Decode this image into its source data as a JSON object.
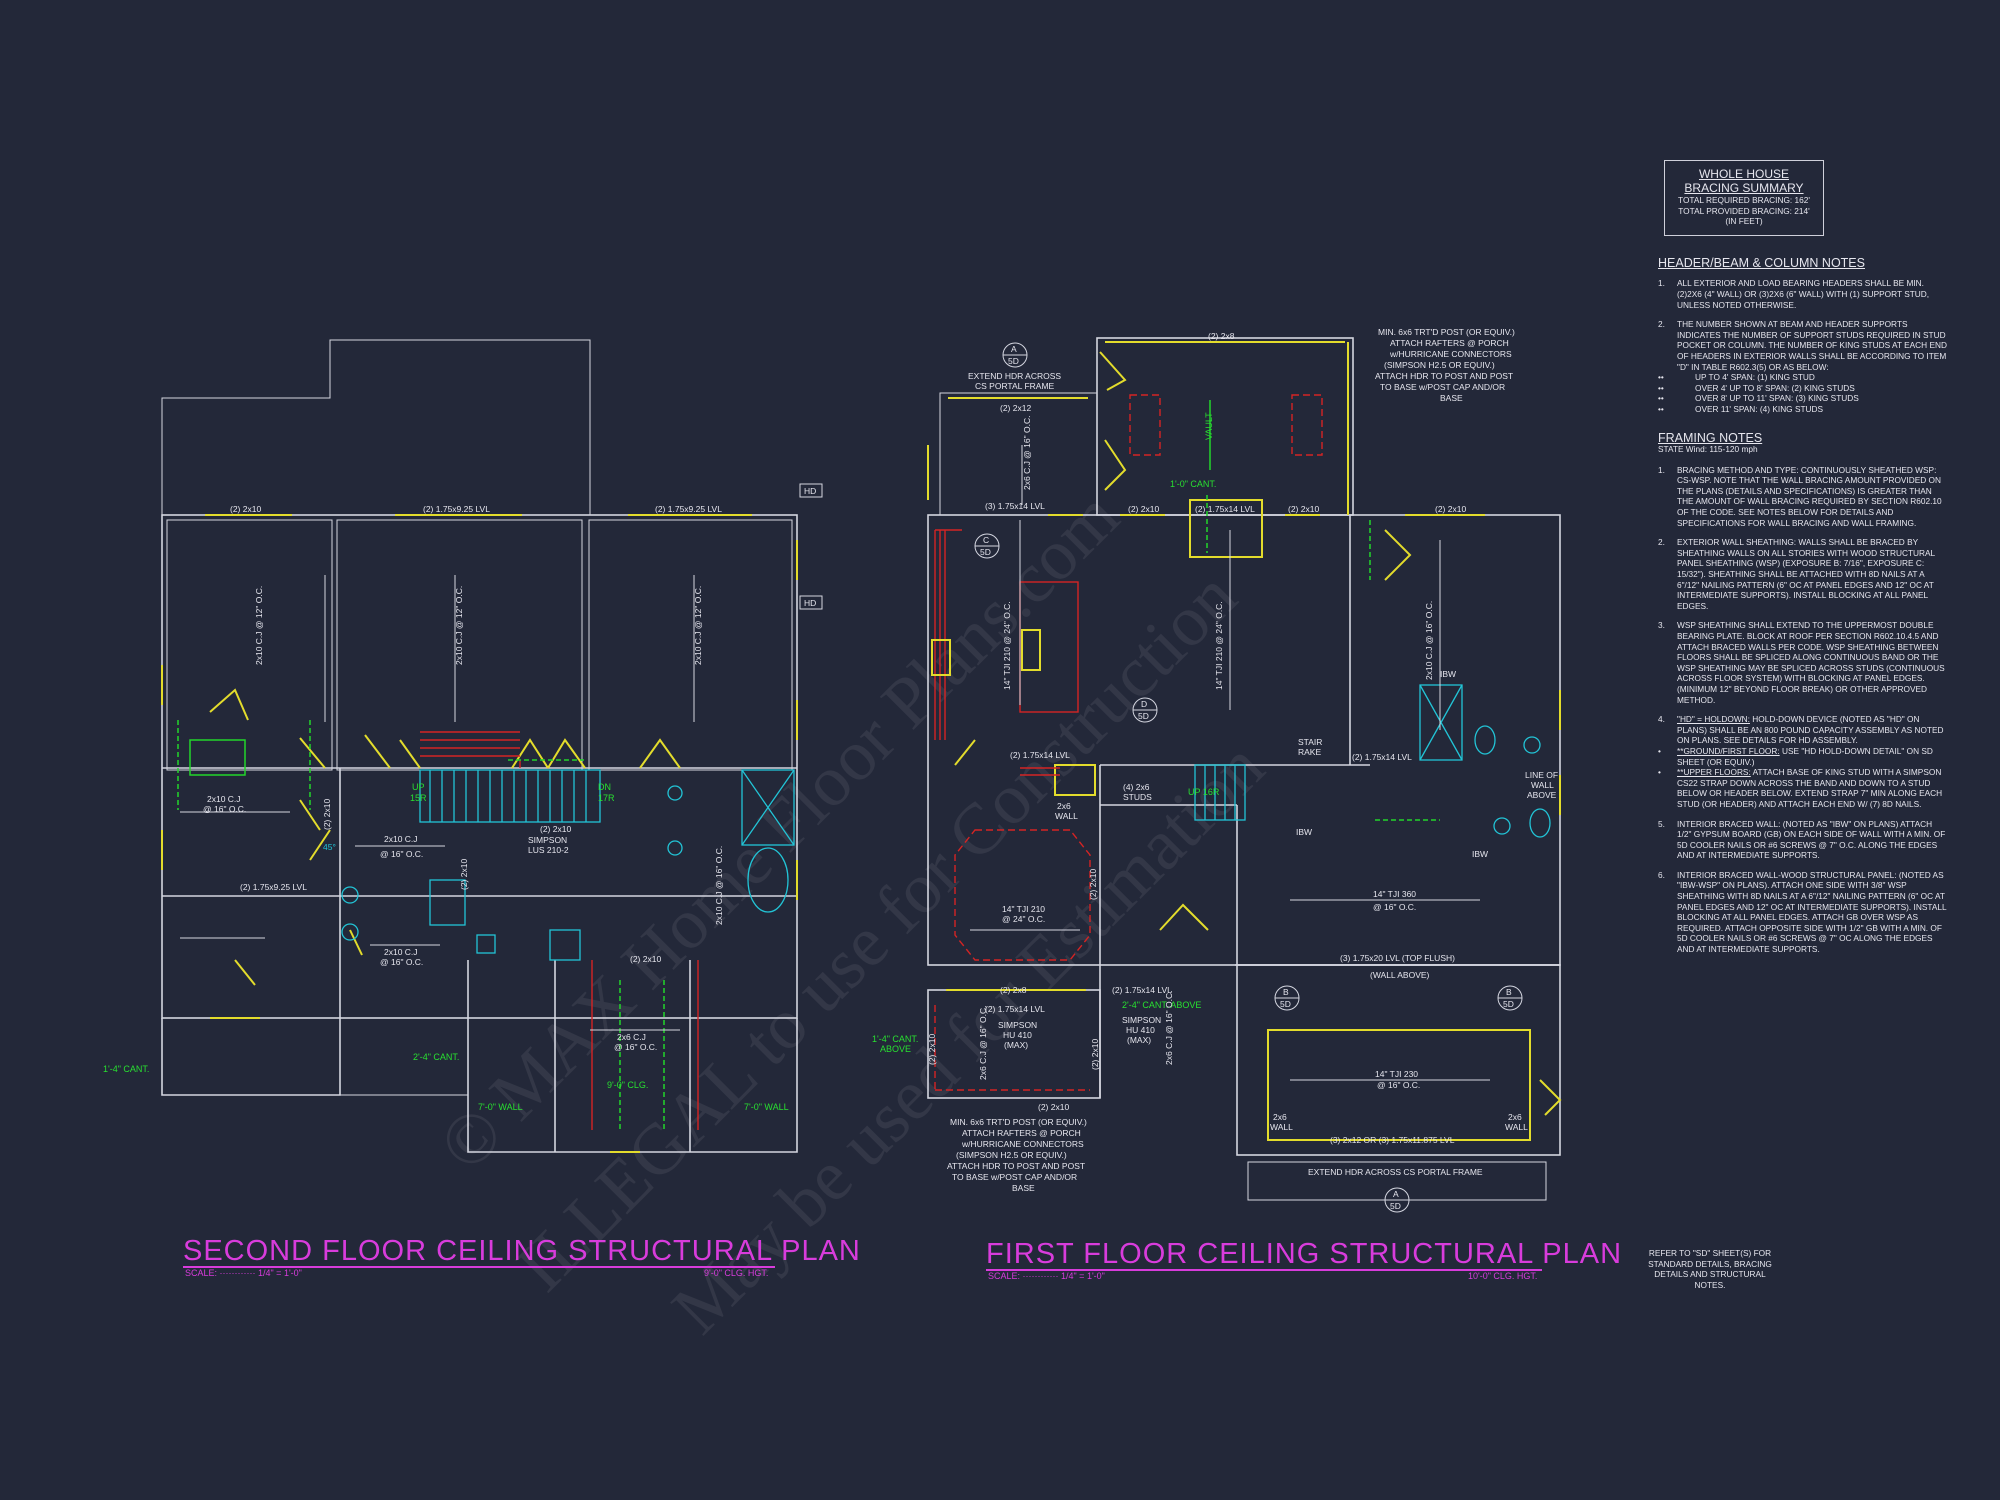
{
  "colors": {
    "background": "#232839",
    "walls": "#d4d6e0",
    "headers": "#e3dc2c",
    "green_notes": "#22d62a",
    "fixtures": "#22c4d6",
    "hatch_red": "#d42424",
    "titles": "#d83cdc"
  },
  "watermark": [
    "© MAX Home Floor Plans.com",
    "ILLEGAL to use for Construction",
    "May be used for Estimation"
  ],
  "second_floor": {
    "title": "SECOND FLOOR CEILING STRUCTURAL PLAN",
    "scale": "SCALE: ············ 1/4\" = 1'-0\"",
    "height": "9'-0\" CLG. HGT.",
    "labels": [
      "(2) 2x10",
      "(2) 1.75x9.25 LVL",
      "(2) 1.75x9.25 LVL",
      "2x10 C.J @ 12\" O.C.",
      "2x10 C.J @ 12\" O.C.",
      "2x10 C.J @ 12\" O.C.",
      "HD",
      "HD",
      "2x10 C.J",
      "@ 16\" O.C.",
      "2x10 C.J",
      "@ 16\" O.C.",
      "(2) 1.75x9.25 LVL",
      "2x10 C.J",
      "@ 16\" O.C.",
      "(2) 2x10",
      "SIMPSON",
      "LUS 210-2",
      "(2) 2x10",
      "2x6 C.J",
      "@ 16\" O.C.",
      "9'-0\" CLG.",
      "7'-0\" WALL",
      "7'-0\" WALL",
      "1'-4\" CANT.",
      "2'-4\" CANT.",
      "UP",
      "15R",
      "DN",
      "17R",
      "(2) 2x10",
      "(2) 2x10",
      "2x10 C.J @ 16\" O.C.",
      "45°"
    ]
  },
  "first_floor": {
    "title": "FIRST FLOOR CEILING STRUCTURAL PLAN",
    "scale": "SCALE: ············ 1/4\" = 1'-0\"",
    "height": "10'-0\" CLG. HGT.",
    "labels": [
      "EXTEND HDR ACROSS",
      "CS PORTAL FRAME",
      "(2) 2x12",
      "2x6 C.J @ 16\" O.C.",
      "(2) 2x8",
      "VAULT",
      "1'-0\" CANT.",
      "(3) 1.75x14 LVL",
      "(2) 2x10",
      "(2) 1.75x14 LVL",
      "(2) 2x10",
      "(2) 2x10",
      "14\" TJI 210 @ 24\" O.C.",
      "14\" TJI 210 @ 24\" O.C.",
      "2x10 C.J @ 16\" O.C.",
      "(2) 1.75x14 LVL",
      "(4) 2x6",
      "STUDS",
      "2x6",
      "WALL",
      "STAIR",
      "RAKE",
      "(2) 1.75x14 LVL",
      "LINE OF",
      "WALL",
      "ABOVE",
      "IBW",
      "IBW",
      "IBW",
      "14\" TJI 210",
      "@ 24\" O.C.",
      "14\" TJI 360",
      "@ 16\" O.C.",
      "(3) 1.75x20 LVL (TOP FLUSH)",
      "(WALL ABOVE)",
      "(2) 2x8",
      "(2) 1.75x14 LVL",
      "(2) 1.75x14 LVL",
      "2'-4\" CANT. ABOVE",
      "SIMPSON",
      "HU 410",
      "(MAX)",
      "SIMPSON",
      "HU 410",
      "(MAX)",
      "1'-4\" CANT.",
      "ABOVE",
      "2x6 C.J @ 16\" O.C.",
      "2x6 C.J @ 16\" O.C.",
      "(2) 2x10",
      "(2) 2x10",
      "(2) 2x10",
      "14\" TJI 230",
      "@ 16\" O.C.",
      "2x6",
      "WALL",
      "2x6",
      "WALL",
      "(3) 2x12 OR (3) 1.75x11.875 LVL",
      "EXTEND HDR ACROSS CS PORTAL FRAME",
      "(2) 2x10",
      "UP 16R"
    ],
    "post_note_top": [
      "MIN. 6x6 TRT'D POST (OR EQUIV.)",
      "ATTACH RAFTERS @ PORCH",
      "w/HURRICANE CONNECTORS",
      "(SIMPSON H2.5 OR EQUIV.)",
      "ATTACH HDR TO POST AND POST",
      "TO BASE w/POST CAP AND/OR",
      "BASE"
    ],
    "post_note_bottom": [
      "MIN. 6x6 TRT'D POST (OR EQUIV.)",
      "ATTACH RAFTERS @ PORCH",
      "w/HURRICANE CONNECTORS",
      "(SIMPSON H2.5 OR EQUIV.)",
      "ATTACH HDR TO POST AND POST",
      "TO BASE w/POST CAP AND/OR",
      "BASE"
    ],
    "detail_bubbles": [
      {
        "top": "A",
        "bottom": "5D"
      },
      {
        "top": "C",
        "bottom": "5D"
      },
      {
        "top": "D",
        "bottom": "5D"
      },
      {
        "top": "B",
        "bottom": "5D"
      },
      {
        "top": "B",
        "bottom": "5D"
      },
      {
        "top": "A",
        "bottom": "5D"
      }
    ]
  },
  "bracing_summary": {
    "title_line1": "WHOLE HOUSE",
    "title_line2": "BRACING SUMMARY",
    "required": "TOTAL REQUIRED BRACING: 162'",
    "provided": "TOTAL PROVIDED BRACING: 214'",
    "units": "(IN FEET)"
  },
  "header_notes": {
    "title": "HEADER/BEAM & COLUMN NOTES",
    "items": [
      {
        "num": "1.",
        "text": "ALL EXTERIOR AND LOAD BEARING HEADERS SHALL BE MIN. (2)2x6 (4\" WALL) OR (3)2x6 (6\" WALL) WITH (1) SUPPORT STUD, UNLESS NOTED OTHERWISE."
      },
      {
        "num": "2.",
        "text": "THE NUMBER SHOWN AT BEAM AND HEADER SUPPORTS INDICATES THE NUMBER OF SUPPORT STUDS REQUIRED IN STUD POCKET OR COLUMN. THE NUMBER OF KING STUDS AT EACH END OF HEADERS IN EXTERIOR WALLS SHALL BE ACCORDING TO ITEM \"d\" IN TABLE R602.3(5) OR AS BELOW:"
      }
    ],
    "bullets": [
      "UP TO 4' SPAN: (1) KING STUD",
      "OVER 4' UP TO 8' SPAN: (2) KING STUDS",
      "OVER 8' UP TO 11' SPAN: (3) KING STUDS",
      "OVER 11' SPAN: (4) KING STUDS"
    ]
  },
  "framing_notes": {
    "title": "FRAMING NOTES",
    "wind": "STATE Wind: 115-120 mph",
    "items": [
      {
        "num": "1.",
        "text": "BRACING METHOD AND TYPE: CONTINUOUSLY SHEATHED WSP: CS-WSP. NOTE THAT THE WALL BRACING AMOUNT PROVIDED ON THE PLANS (DETAILS AND SPECIFICATIONS) IS GREATER THAN THE AMOUNT OF WALL BRACING REQUIRED BY SECTION R602.10 OF THE CODE. SEE NOTES BELOW FOR DETAILS AND SPECIFICATIONS FOR WALL BRACING AND WALL FRAMING."
      },
      {
        "num": "2.",
        "text": "EXTERIOR WALL SHEATHING: WALLS SHALL BE BRACED BY SHEATHING WALLS ON ALL STORIES WITH WOOD STRUCTURAL PANEL SHEATHING (WSP) (EXPOSURE B: 7/16\", EXPOSURE C: 15/32\"). SHEATHING SHALL BE ATTACHED WITH 8d NAILS AT A 6\"/12\" NAILING PATTERN (6\" OC AT PANEL EDGES AND 12\" OC AT INTERMEDIATE SUPPORTS). INSTALL BLOCKING AT ALL PANEL EDGES."
      },
      {
        "num": "3.",
        "text": "WSP SHEATHING SHALL EXTEND TO THE UPPERMOST DOUBLE BEARING PLATE. BLOCK AT ROOF PER SECTION R602.10.4.5 AND ATTACH BRACED WALLS PER CODE. WSP SHEATHING BETWEEN FLOORS SHALL BE SPLICED ALONG CONTINUOUS BAND OR THE WSP SHEATHING MAY BE SPLICED ACROSS STUDS (CONTINUOUS ACROSS FLOOR SYSTEM) WITH BLOCKING AT PANEL EDGES. (MINIMUM 12\" BEYOND FLOOR BREAK) OR OTHER APPROVED METHOD."
      },
      {
        "num": "4.",
        "lead": "\"HD\" = HOLDOWN:",
        "text": " HOLD-DOWN DEVICE (NOTED AS \"HD\" ON PLANS) SHALL BE AN 800 POUND CAPACITY ASSEMBLY AS NOTED ON PLANS. SEE DETAILS FOR HD ASSEMBLY."
      }
    ],
    "hd_bullets": [
      {
        "lead": "**GROUND/FIRST FLOOR:",
        "text": " USE \"HD HOLD-DOWN DETAIL\" ON SD SHEET (OR EQUIV.)"
      },
      {
        "lead": "**UPPER FLOORS:",
        "text": " ATTACH BASE OF KING STUD WITH A SIMPSON CS22 STRAP DOWN ACROSS THE BAND AND DOWN TO A STUD BELOW OR HEADER BELOW. EXTEND STRAP 7\" MIN ALONG EACH STUD (OR HEADER) AND ATTACH EACH END W/ (7) 8d NAILS."
      }
    ],
    "items2": [
      {
        "num": "5.",
        "text": "INTERIOR BRACED WALL: (NOTED AS \"IBW\" ON PLANS) ATTACH 1/2\" GYPSUM BOARD (GB) ON EACH SIDE OF WALL WITH A MIN. OF 5d COOLER NAILS OR #6 SCREWS @ 7\" O.C. ALONG THE EDGES AND AT INTERMEDIATE SUPPORTS."
      },
      {
        "num": "6.",
        "text": "INTERIOR BRACED WALL-WOOD STRUCTURAL PANEL: (NOTED AS \"IBW-WSP\" ON PLANS). ATTACH ONE SIDE WITH 3/8\" WSP SHEATHING WITH 8d NAILS AT A 6\"/12\" NAILING PATTERN (6\" OC AT PANEL EDGES AND 12\" OC AT INTERMEDIATE SUPPORTS). INSTALL BLOCKING AT ALL PANEL EDGES. ATTACH GB OVER WSP AS REQUIRED. ATTACH OPPOSITE SIDE WITH 1/2\" GB WITH A MIN. OF 5d COOLER NAILS OR #6 SCREWS @ 7\" OC ALONG THE EDGES AND AT INTERMEDIATE SUPPORTS."
      }
    ]
  },
  "reference_note": [
    "REFER TO \"SD\" SHEET(S) FOR",
    "STANDARD DETAILS, BRACING",
    "DETAILS AND STRUCTURAL NOTES."
  ]
}
